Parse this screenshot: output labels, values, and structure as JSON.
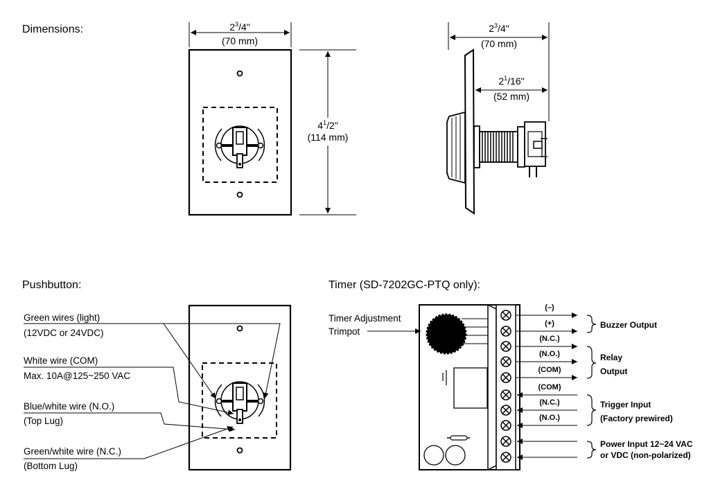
{
  "headings": {
    "dimensions": "Dimensions:",
    "pushbutton": "Pushbutton:",
    "timer": "Timer (SD-7202GC-PTQ  only):"
  },
  "front_view": {
    "width_label": "2",
    "width_sup": "3",
    "width_sub": "/4\"",
    "width_mm": "(70 mm)",
    "height_label": "4",
    "height_sup": "1",
    "height_sub": "/2\"",
    "height_mm": "(114 mm)"
  },
  "side_view": {
    "width_label": "2",
    "width_sup": "3",
    "width_sub": "/4\"",
    "width_mm": "(70 mm)",
    "depth_label": "2",
    "depth_sup": "1",
    "depth_sub": "/16\"",
    "depth_mm": "(52 mm)"
  },
  "pushbutton": {
    "green_wires": "Green wires (light)",
    "green_wires_v": "(12VDC or 24VDC)",
    "white_wire": "White wire (COM)",
    "white_wire_max": "Max. 10A@125~250 VAC",
    "blue_white": "Blue/white wire (N.O.)",
    "blue_white_lug": "(Top Lug)",
    "green_white": "Green/white wire (N.C.)",
    "green_white_lug": "(Bottom Lug)"
  },
  "timer": {
    "trimpot_1": "Timer Adjustment",
    "trimpot_2": "Trimpot",
    "term_minus": "(–)",
    "term_plus": "(+)",
    "term_nc1": "(N.C.)",
    "term_no1": "(N.O.)",
    "term_com1": "(COM)",
    "term_com2": "(COM)",
    "term_nc2": "(N.C.)",
    "term_no2": "(N.O.)",
    "buzzer": "Buzzer Output",
    "relay_1": "Relay",
    "relay_2": "Output",
    "trigger_1": "Trigger Input",
    "trigger_2": "(Factory prewired)",
    "power_1": "Power Input 12~24 VAC",
    "power_2": "or VDC (non-polarized)"
  }
}
